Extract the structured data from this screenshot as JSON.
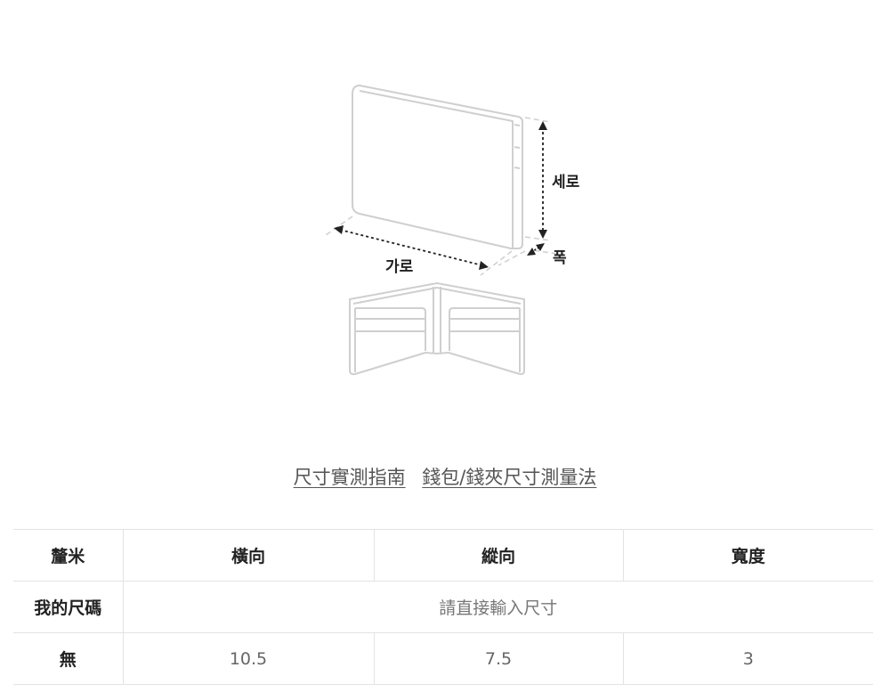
{
  "diagram": {
    "height_label": "세로",
    "width_label": "가로",
    "depth_label": "폭"
  },
  "links": {
    "size_guide": "尺寸實測指南",
    "wallet_method": "錢包/錢夾尺寸測量法"
  },
  "table": {
    "header": [
      "釐米",
      "橫向",
      "縱向",
      "寬度"
    ],
    "my_size": {
      "label": "我的尺碼",
      "hint": "請直接輸入尺寸"
    },
    "rows": [
      {
        "label": "無",
        "values": [
          "10.5",
          "7.5",
          "3"
        ]
      }
    ]
  }
}
